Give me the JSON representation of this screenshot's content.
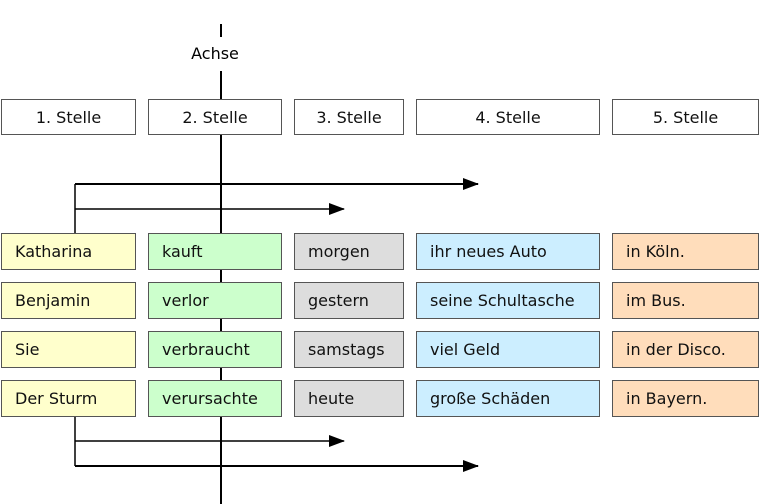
{
  "axis_label": "Achse",
  "headers": [
    "1. Stelle",
    "2. Stelle",
    "3. Stelle",
    "4. Stelle",
    "5. Stelle"
  ],
  "rows": [
    [
      "Katharina",
      "kauft",
      "morgen",
      "ihr neues Auto",
      "in Köln."
    ],
    [
      "Benjamin",
      "verlor",
      "gestern",
      "seine Schultasche",
      "im Bus."
    ],
    [
      "Sie",
      "verbraucht",
      "samstags",
      "viel Geld",
      "in der Disco."
    ],
    [
      "Der Sturm",
      "verursachte",
      "heute",
      "große Schäden",
      "in Bayern."
    ]
  ],
  "column_colors": [
    "#ffffcc",
    "#ccffcc",
    "#dddddd",
    "#cceeff",
    "#ffddbb"
  ]
}
